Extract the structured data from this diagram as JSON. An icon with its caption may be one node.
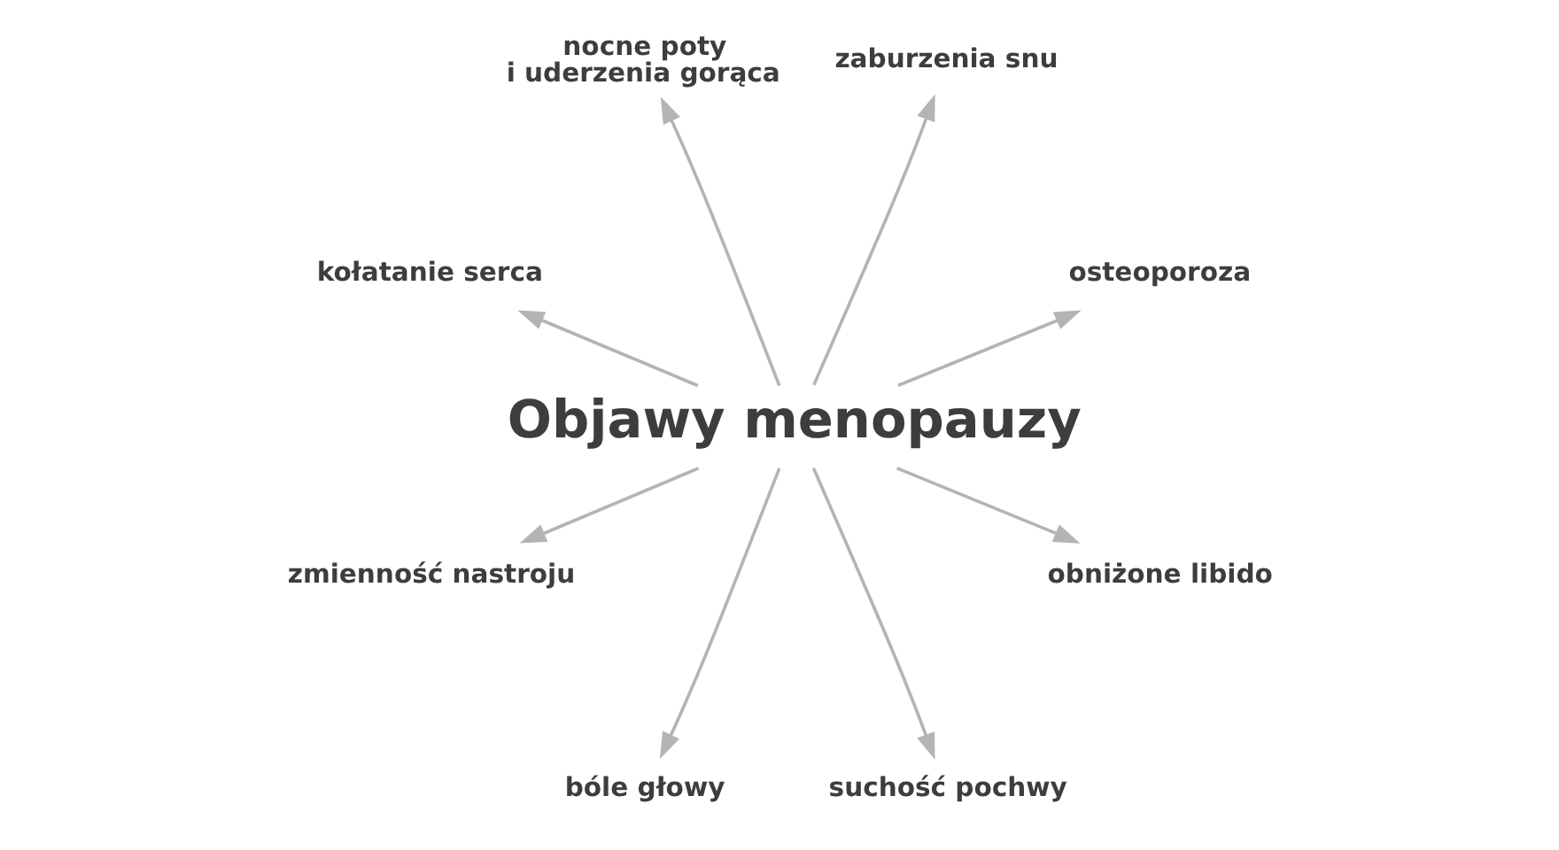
{
  "diagram": {
    "nodes": [
      {
        "text": [
          "Objawy menopauzy"
        ]
      },
      {
        "text": [
          "kołatanie serca"
        ]
      },
      {
        "text": [
          "nocne poty i uderzenia gorąca"
        ]
      },
      {
        "text": [
          "zaburzenia snu"
        ]
      },
      {
        "text": [
          "osteoporoza"
        ]
      },
      {
        "text": [
          "zmienność nastroju"
        ]
      },
      {
        "text": [
          "bóle głowy"
        ]
      },
      {
        "text": [
          "suchość pochwy"
        ]
      },
      {
        "text": [
          "obniżone libido"
        ]
      }
    ],
    "edges": [
      {
        "from": 0,
        "to": 1,
        "arrow": "to"
      },
      {
        "from": 0,
        "to": 2,
        "arrow": "to"
      },
      {
        "from": 0,
        "to": 3,
        "arrow": "to"
      },
      {
        "from": 0,
        "to": 4,
        "arrow": "to"
      },
      {
        "from": 0,
        "to": 5,
        "arrow": "to"
      },
      {
        "from": 0,
        "to": 6,
        "arrow": "to"
      },
      {
        "from": 0,
        "to": 7,
        "arrow": "to"
      },
      {
        "from": 0,
        "to": 8,
        "arrow": "to"
      }
    ]
  }
}
